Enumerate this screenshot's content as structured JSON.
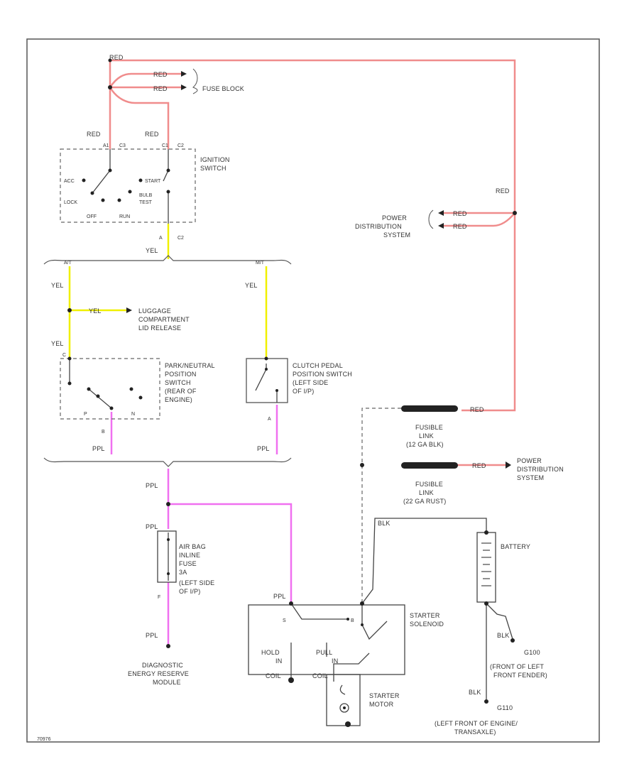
{
  "colors": {
    "red": "#f08c8c",
    "yellow": "#f0f000",
    "purple": "#f070f0",
    "black": "#222222",
    "frame": "#555555"
  },
  "labels": {
    "red_top": "RED",
    "red_fb1": "RED",
    "red_fb2": "RED",
    "fuse_block": "FUSE BLOCK",
    "red_ign1": "RED",
    "red_ign2": "RED",
    "pin_a": "A1",
    "pin_b": "C3",
    "pin_c": "C1",
    "pin_d": "C2",
    "ign_sw_line1": "IGNITION",
    "ign_sw_line2": "SWITCH",
    "acc": "ACC",
    "start": "START",
    "lock": "LOCK",
    "bulb_test_1": "BULB",
    "bulb_test_2": "TEST",
    "off": "OFF",
    "run": "RUN",
    "pin_a2": "A",
    "pin_c2": "C2",
    "yel_ign": "YEL",
    "at": "A/T",
    "mt": "M/T",
    "yel_at": "YEL",
    "yel_mt": "YEL",
    "yel_luggage": "YEL",
    "luggage_1": "LUGGAGE",
    "luggage_2": "COMPARTMENT",
    "luggage_3": "LID RELEASE",
    "yel_pn": "YEL",
    "pin_pn_top": "C",
    "pn_1": "PARK/NEUTRAL",
    "pn_2": "POSITION",
    "pn_3": "SWITCH",
    "pn_4": "(REAR OF",
    "pn_5": "ENGINE)",
    "pn_p": "P",
    "pn_n": "N",
    "pin_pn_bot": "B",
    "ppl_pn": "PPL",
    "clutch_1": "CLUTCH PEDAL",
    "clutch_2": "POSITION SWITCH",
    "clutch_3": "(LEFT SIDE",
    "clutch_4": "OF I/P)",
    "pin_clutch": "A",
    "ppl_clutch": "PPL",
    "ppl_splice": "PPL",
    "ppl_fuse": "PPL",
    "airbag_1": "AIR BAG",
    "airbag_2": "INLINE",
    "airbag_3": "FUSE",
    "airbag_4": "3A",
    "airbag_5": "(LEFT SIDE",
    "airbag_6": "OF I/P)",
    "pin_f": "F",
    "ppl_dm": "PPL",
    "diag_1": "DIAGNOSTIC",
    "diag_2": "ENERGY RESERVE",
    "diag_3": "MODULE",
    "power_dist_1": "POWER",
    "power_dist_2": "DISTRIBUTION",
    "power_dist_3": "SYSTEM",
    "red_pd1": "RED",
    "red_pd2": "RED",
    "red_pd_side": "RED",
    "red_fl1": "RED",
    "fusible_1a": "FUSIBLE",
    "fusible_1b": "LINK",
    "fusible_1c": "(12 GA BLK)",
    "red_fl2": "RED",
    "power_dist2_1": "POWER",
    "power_dist2_2": "DISTRIBUTION",
    "power_dist2_3": "SYSTEM",
    "fusible_2a": "FUSIBLE",
    "fusible_2b": "LINK",
    "fusible_2c": "(22 GA RUST)",
    "blk_top": "BLK",
    "battery": "BATTERY",
    "ppl_starter": "PPL",
    "starter_sol_1": "STARTER",
    "starter_sol_2": "SOLENOID",
    "pin_s": "S",
    "pin_b2": "B",
    "hold_1": "HOLD",
    "hold_2": "IN",
    "hold_3": "COIL",
    "pull_1": "PULL",
    "pull_2": "IN",
    "pull_3": "COIL",
    "starter_motor_1": "STARTER",
    "starter_motor_2": "MOTOR",
    "blk_g100": "BLK",
    "g100": "G100",
    "g100_loc_1": "(FRONT OF LEFT",
    "g100_loc_2": "FRONT FENDER)",
    "blk_g110": "BLK",
    "g110": "G110",
    "g110_loc_1": "(LEFT FRONT OF ENGINE/",
    "g110_loc_2": "TRANSAXLE)",
    "fig_id": "70976"
  }
}
